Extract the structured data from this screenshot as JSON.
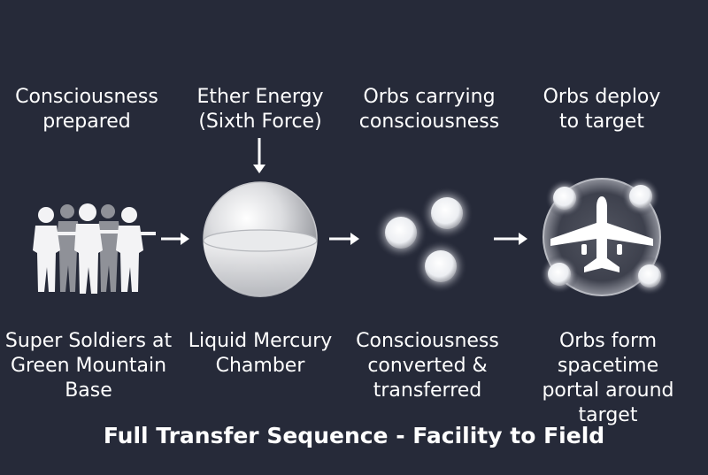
{
  "top_labels": {
    "stage1": "Consciousness\nprepared",
    "stage2": "Ether Energy\n(Sixth Force)",
    "stage3": "Orbs carrying\nconsciousness",
    "stage4": "Orbs deploy\nto target"
  },
  "bottom_labels": {
    "stage1": "Super Soldiers at\nGreen Mountain\nBase",
    "stage2": "Liquid Mercury\nChamber",
    "stage3": "Consciousness\nconverted &\ntransferred",
    "stage4": "Orbs form spacetime\nportal around\ntarget"
  },
  "footer": "Full Transfer Sequence - Facility to Field",
  "icons": [
    "soldiers-icon",
    "mercury-sphere-icon",
    "orbs-icon",
    "airplane-portal-icon",
    "arrow-right-icon",
    "arrow-down-icon"
  ],
  "colors": {
    "background": "#262a39",
    "text": "#ffffff"
  }
}
